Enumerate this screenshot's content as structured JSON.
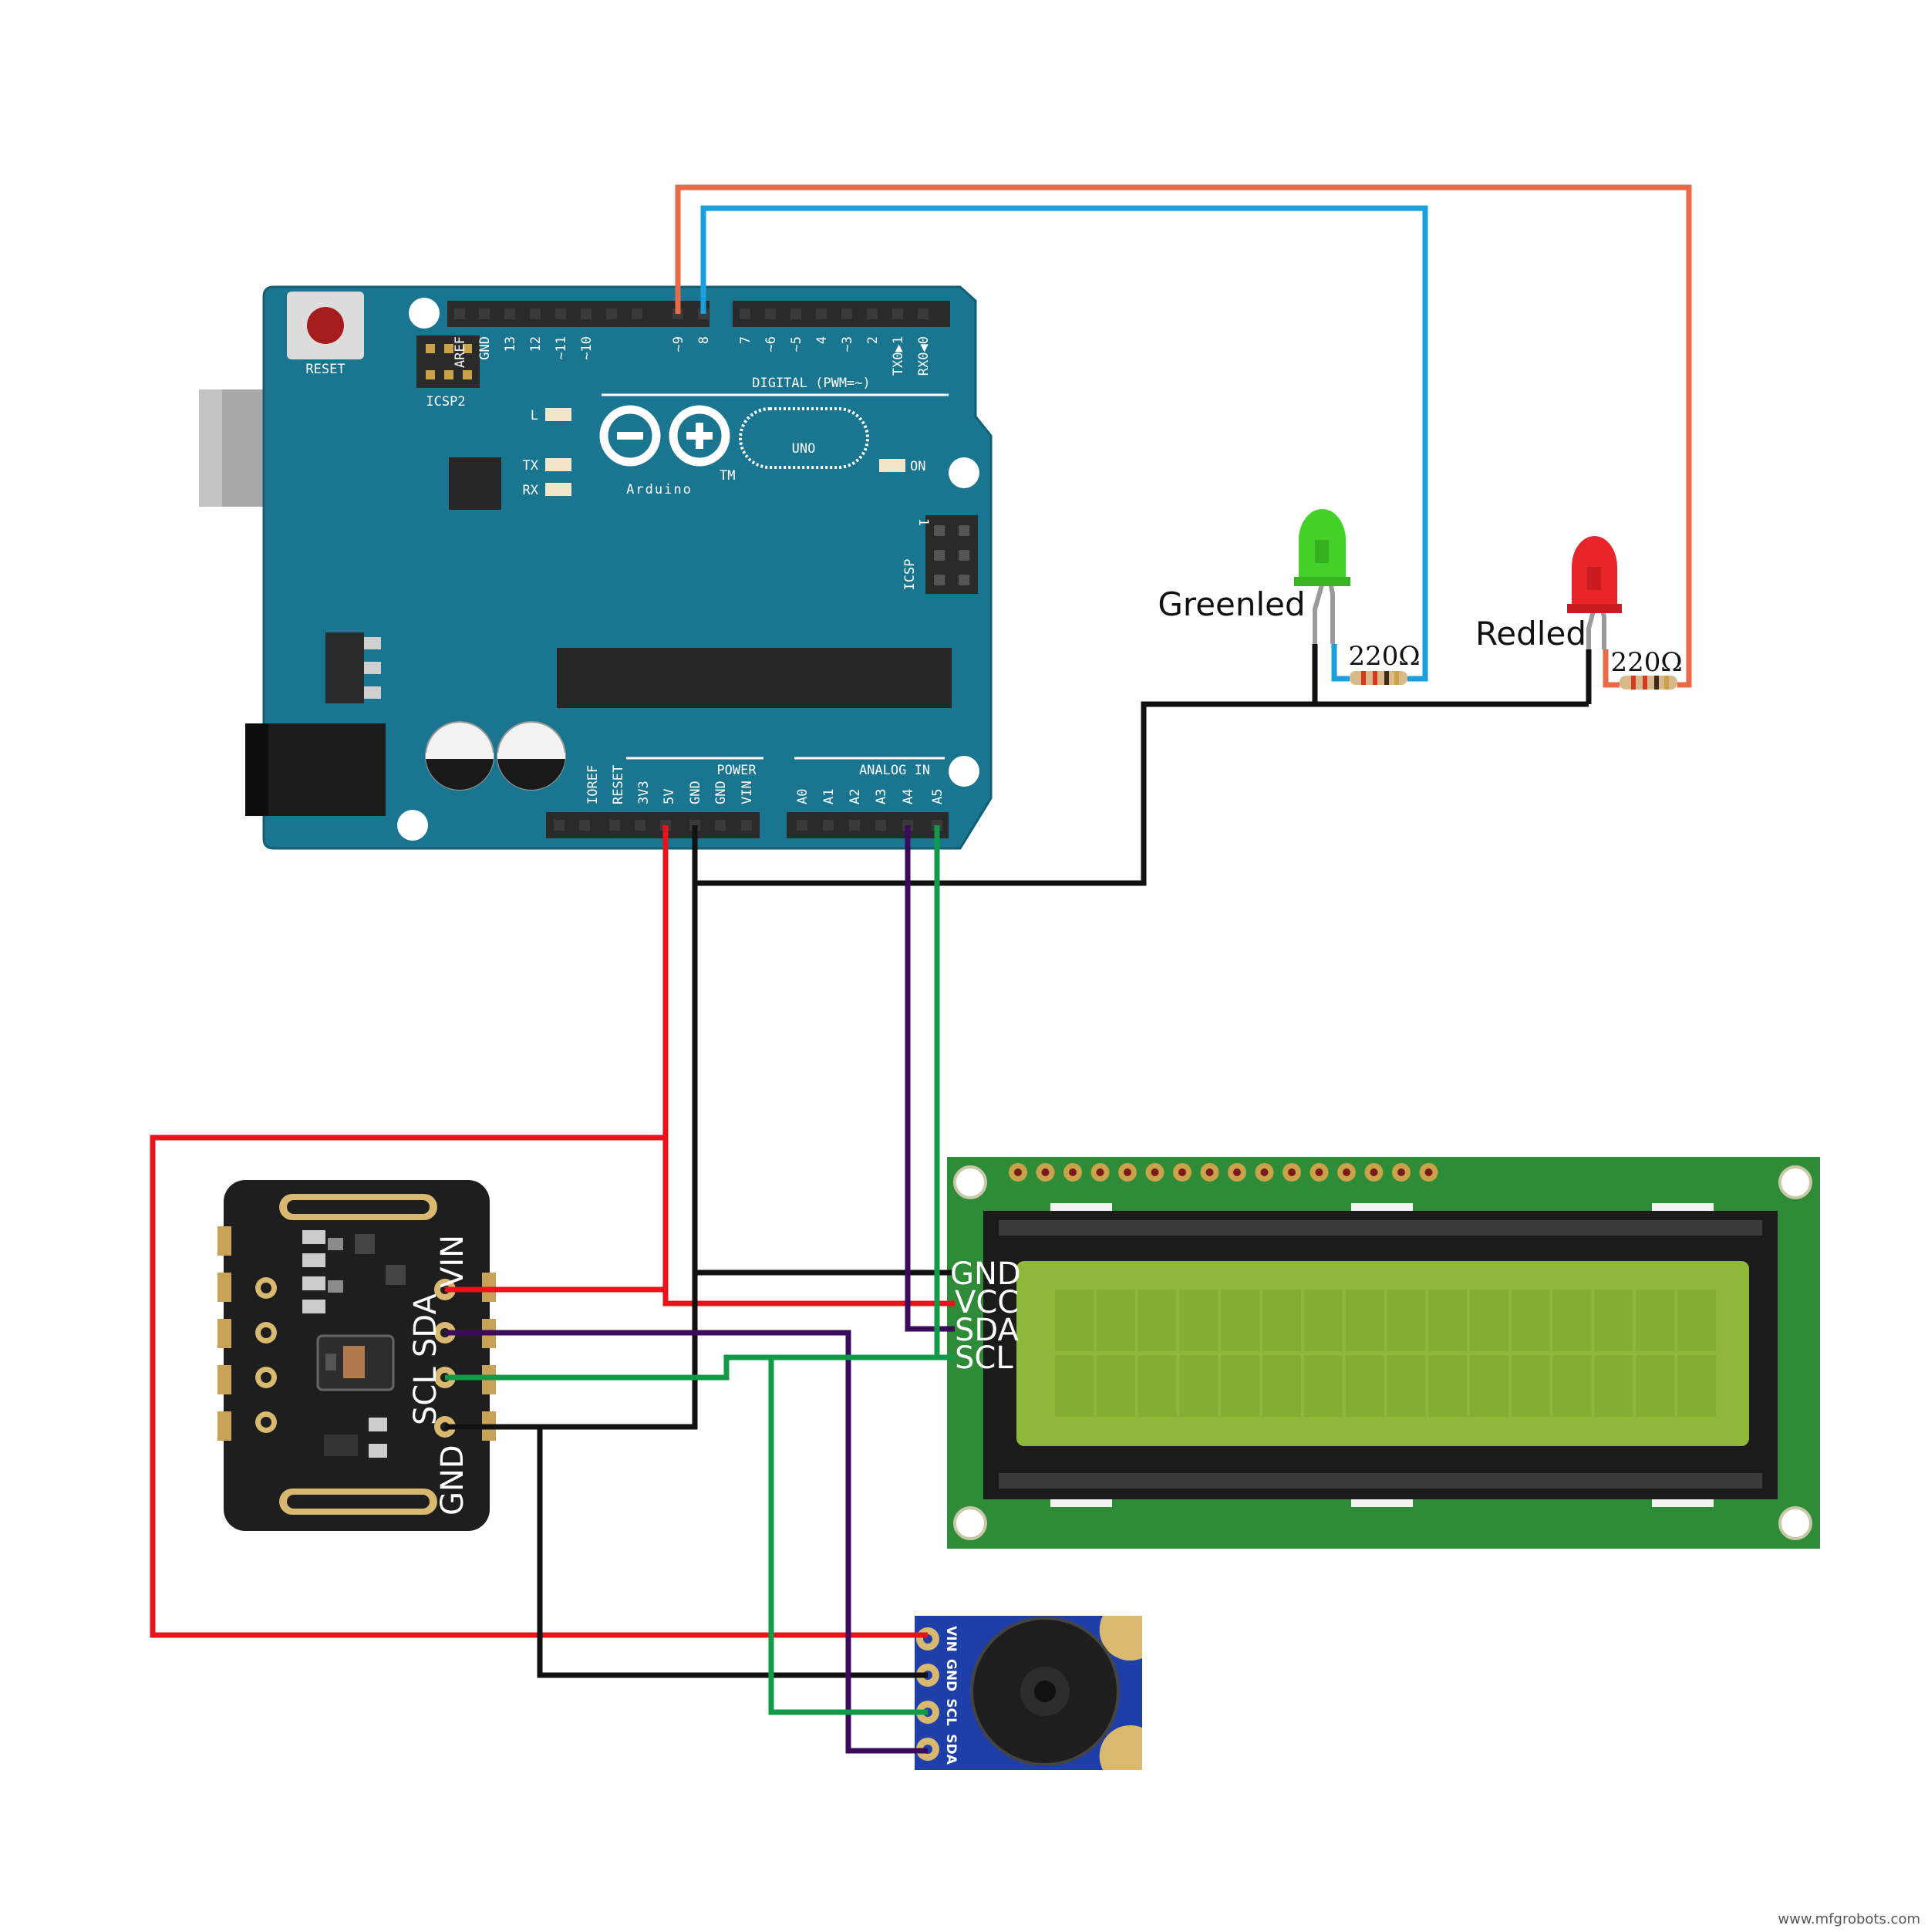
{
  "arduino": {
    "reset_label": "RESET",
    "icsp2_label": "ICSP2",
    "icsp_label": "ICSP",
    "icsp_pin1_label": "1",
    "digital_header_label": "DIGITAL (PWM=~)",
    "digital_pins": [
      "AREF",
      "GND",
      "13",
      "12",
      "~11",
      "~10",
      "~9",
      "8",
      "7",
      "~6",
      "~5",
      "4",
      "~3",
      "2",
      "TX0▶1",
      "RX0◀0"
    ],
    "power_header_label": "POWER",
    "power_pins": [
      "IOREF",
      "RESET",
      "3V3",
      "5V",
      "GND",
      "GND",
      "VIN"
    ],
    "analog_header_label": "ANALOG IN",
    "analog_pins": [
      "A0",
      "A1",
      "A2",
      "A3",
      "A4",
      "A5"
    ],
    "led_l_label": "L",
    "led_tx_label": "TX",
    "led_rx_label": "RX",
    "led_on_label": "ON",
    "brand_label": "Arduino",
    "trademark": "TM",
    "model_label": "UNO",
    "colors": {
      "board": "#1a7591",
      "header": "#2a2a2a"
    }
  },
  "leds": {
    "green": {
      "label": "Greenled",
      "color": "#44d22a"
    },
    "red": {
      "label": "Redled",
      "color": "#e8262a"
    }
  },
  "resistors": {
    "green": {
      "label": "220Ω"
    },
    "red": {
      "label": "220Ω"
    }
  },
  "heart_sensor": {
    "pins": [
      "VIN",
      "SDA",
      "SCL",
      "GND"
    ]
  },
  "lcd": {
    "pins": [
      "GND",
      "VCC",
      "SDA",
      "SCL"
    ],
    "colors": {
      "pcb": "#2e8b37",
      "screen": "#8fb83a"
    }
  },
  "temp_sensor": {
    "pins": [
      "VIN",
      "GND",
      "SCL",
      "SDA"
    ]
  },
  "wire_colors": {
    "pin9": "#e86a48",
    "pin8": "#1aa0de",
    "power": "#e8141c",
    "ground": "#111111",
    "sda": "#3a0a5c",
    "scl": "#129a48"
  },
  "watermark": "www.mfgrobots.com"
}
